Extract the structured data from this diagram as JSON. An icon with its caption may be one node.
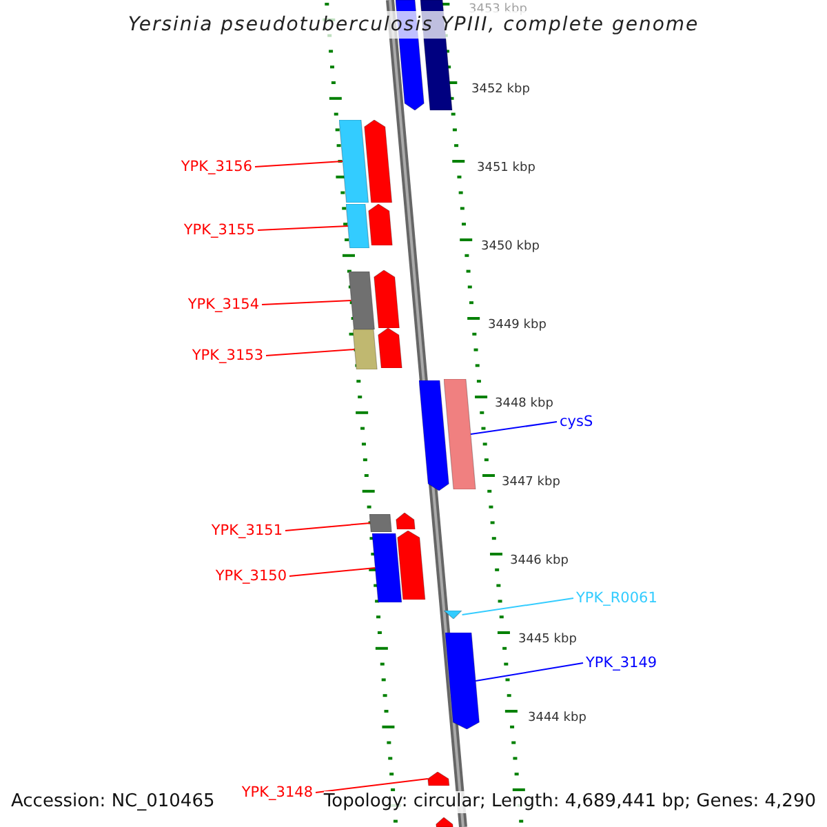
{
  "diagram": {
    "title": "Yersinia pseudotuberculosis YPIII, complete genome",
    "nodes": [
      {
        "text": [],
        "shape": "arrow"
      },
      {
        "text": [],
        "shape": "bar"
      },
      {
        "text": [
          "YPK_3156"
        ]
      },
      {
        "text": [],
        "shape": "bar"
      },
      {
        "text": [],
        "shape": "arrow"
      },
      {
        "text": [
          "YPK_3155"
        ]
      },
      {
        "text": [],
        "shape": "bar"
      },
      {
        "text": [],
        "shape": "arrow"
      },
      {
        "text": [
          "YPK_3154"
        ]
      },
      {
        "text": [],
        "shape": "bar"
      },
      {
        "text": [],
        "shape": "arrow"
      },
      {
        "text": [
          "YPK_3153"
        ]
      },
      {
        "text": [],
        "shape": "bar"
      },
      {
        "text": [],
        "shape": "arrow"
      },
      {
        "text": [],
        "shape": "arrow"
      },
      {
        "text": [],
        "shape": "bar"
      },
      {
        "text": [
          "cysS"
        ]
      },
      {
        "text": [
          "YPK_3151"
        ]
      },
      {
        "text": [],
        "shape": "bar"
      },
      {
        "text": [],
        "shape": "arrow"
      },
      {
        "text": [
          "YPK_3150"
        ]
      },
      {
        "text": [],
        "shape": "bar"
      },
      {
        "text": [],
        "shape": "arrow"
      },
      {
        "text": [
          "YPK_R0061"
        ]
      },
      {
        "text": [],
        "shape": "triangle"
      },
      {
        "text": [
          "YPK_3149"
        ]
      },
      {
        "text": [],
        "shape": "arrow"
      },
      {
        "text": [
          "YPK_3148"
        ]
      },
      {
        "text": [],
        "shape": "arrow"
      },
      {
        "text": [],
        "shape": "arrow"
      }
    ],
    "edges": [
      {
        "from": 2,
        "to": 3,
        "arrow": "none"
      },
      {
        "from": 5,
        "to": 6,
        "arrow": "none"
      },
      {
        "from": 8,
        "to": 9,
        "arrow": "none"
      },
      {
        "from": 11,
        "to": 12,
        "arrow": "none"
      },
      {
        "from": 16,
        "to": 15,
        "arrow": "none",
        "color": "#0000ff"
      },
      {
        "from": 17,
        "to": 18,
        "arrow": "none"
      },
      {
        "from": 20,
        "to": 21,
        "arrow": "none"
      },
      {
        "from": 23,
        "to": 24,
        "arrow": "none",
        "color": "#33ccff"
      },
      {
        "from": 25,
        "to": 26,
        "arrow": "none",
        "color": "#0000ff"
      },
      {
        "from": 27,
        "to": 28,
        "arrow": "none"
      }
    ],
    "labels": [
      "3453 kbp",
      "3452 kbp",
      "3451 kbp",
      "3450 kbp",
      "3449 kbp",
      "3448 kbp",
      "3447 kbp",
      "3446 kbp",
      "3445 kbp",
      "3444 kbp",
      "Accession: NC_010465",
      "Topology: circular; Length: 4,689,441 bp; Genes: 4,290"
    ]
  }
}
